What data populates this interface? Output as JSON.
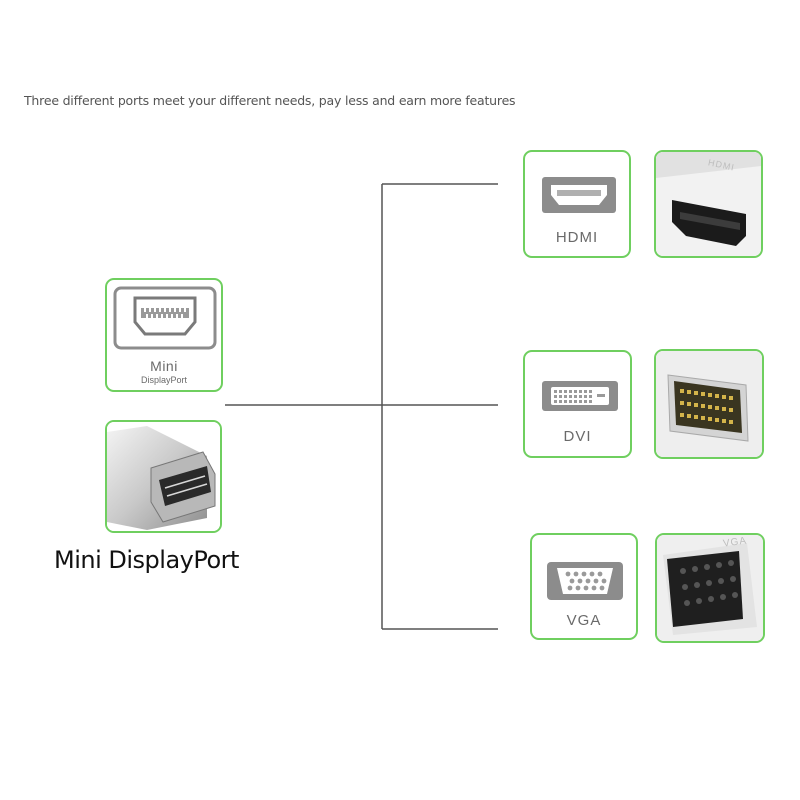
{
  "header": {
    "tagline": "Three different ports meet your different needs, pay less and earn more features"
  },
  "source": {
    "icon_label_line1": "Mini",
    "icon_label_line2": "DisplayPort",
    "title": "Mini DisplayPort",
    "icon": "mini-displayport-icon"
  },
  "outputs": [
    {
      "label": "HDMI",
      "icon": "hdmi-icon",
      "photo_text": "HDMI"
    },
    {
      "label": "DVI",
      "icon": "dvi-icon"
    },
    {
      "label": "VGA",
      "icon": "vga-icon",
      "photo_text": "VGA"
    }
  ],
  "colors": {
    "card_border": "#6fcf5f",
    "connector_line": "#555555"
  }
}
